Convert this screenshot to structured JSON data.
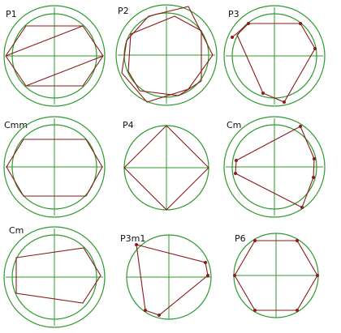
{
  "colors": {
    "circle": "#2f9a2f",
    "polygon": "#8b1a1a",
    "background": "#ffffff"
  },
  "panels": [
    {
      "label": "P1"
    },
    {
      "label": "P2"
    },
    {
      "label": "P3"
    },
    {
      "label": "Cmm"
    },
    {
      "label": "P4"
    },
    {
      "label": "Cm"
    },
    {
      "label": "Cm"
    },
    {
      "label": "P3m1"
    },
    {
      "label": "P6"
    }
  ]
}
